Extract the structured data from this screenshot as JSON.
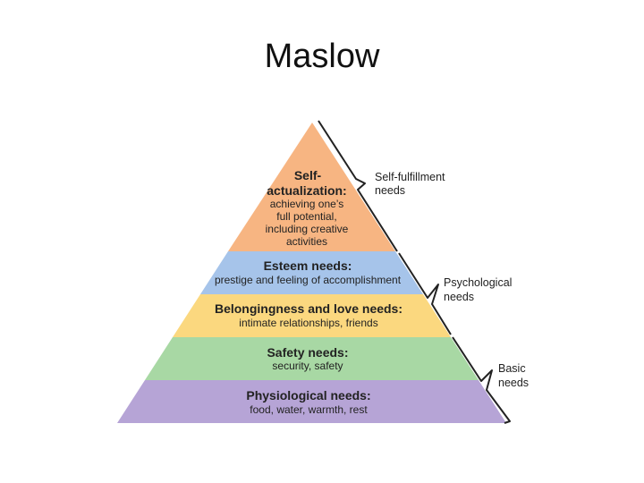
{
  "slide": {
    "title": "Maslow"
  },
  "pyramid": {
    "levels": [
      {
        "key": "self",
        "color": "#f7b582",
        "title_lines": [
          "Self-",
          "actualization:"
        ],
        "desc_lines": [
          "achieving one’s",
          "full potential,",
          "including creative",
          "activities"
        ]
      },
      {
        "key": "esteem",
        "color": "#a6c4ea",
        "title_lines": [
          "Esteem needs:"
        ],
        "desc_lines": [
          "prestige and feeling of accomplishment"
        ]
      },
      {
        "key": "belonging",
        "color": "#fbd87f",
        "title_lines": [
          "Belongingness and love needs:"
        ],
        "desc_lines": [
          "intimate relationships, friends"
        ]
      },
      {
        "key": "safety",
        "color": "#a8d8a4",
        "title_lines": [
          "Safety needs:"
        ],
        "desc_lines": [
          "security, safety"
        ]
      },
      {
        "key": "physiological",
        "color": "#b6a4d6",
        "title_lines": [
          "Physiological needs:"
        ],
        "desc_lines": [
          "food, water, warmth, rest"
        ]
      }
    ],
    "groups": [
      {
        "key": "self-fulfillment",
        "label_lines": [
          "Self-fulfillment",
          "needs"
        ]
      },
      {
        "key": "psychological",
        "label_lines": [
          "Psychological",
          "needs"
        ]
      },
      {
        "key": "basic",
        "label_lines": [
          "Basic",
          "needs"
        ]
      }
    ]
  }
}
